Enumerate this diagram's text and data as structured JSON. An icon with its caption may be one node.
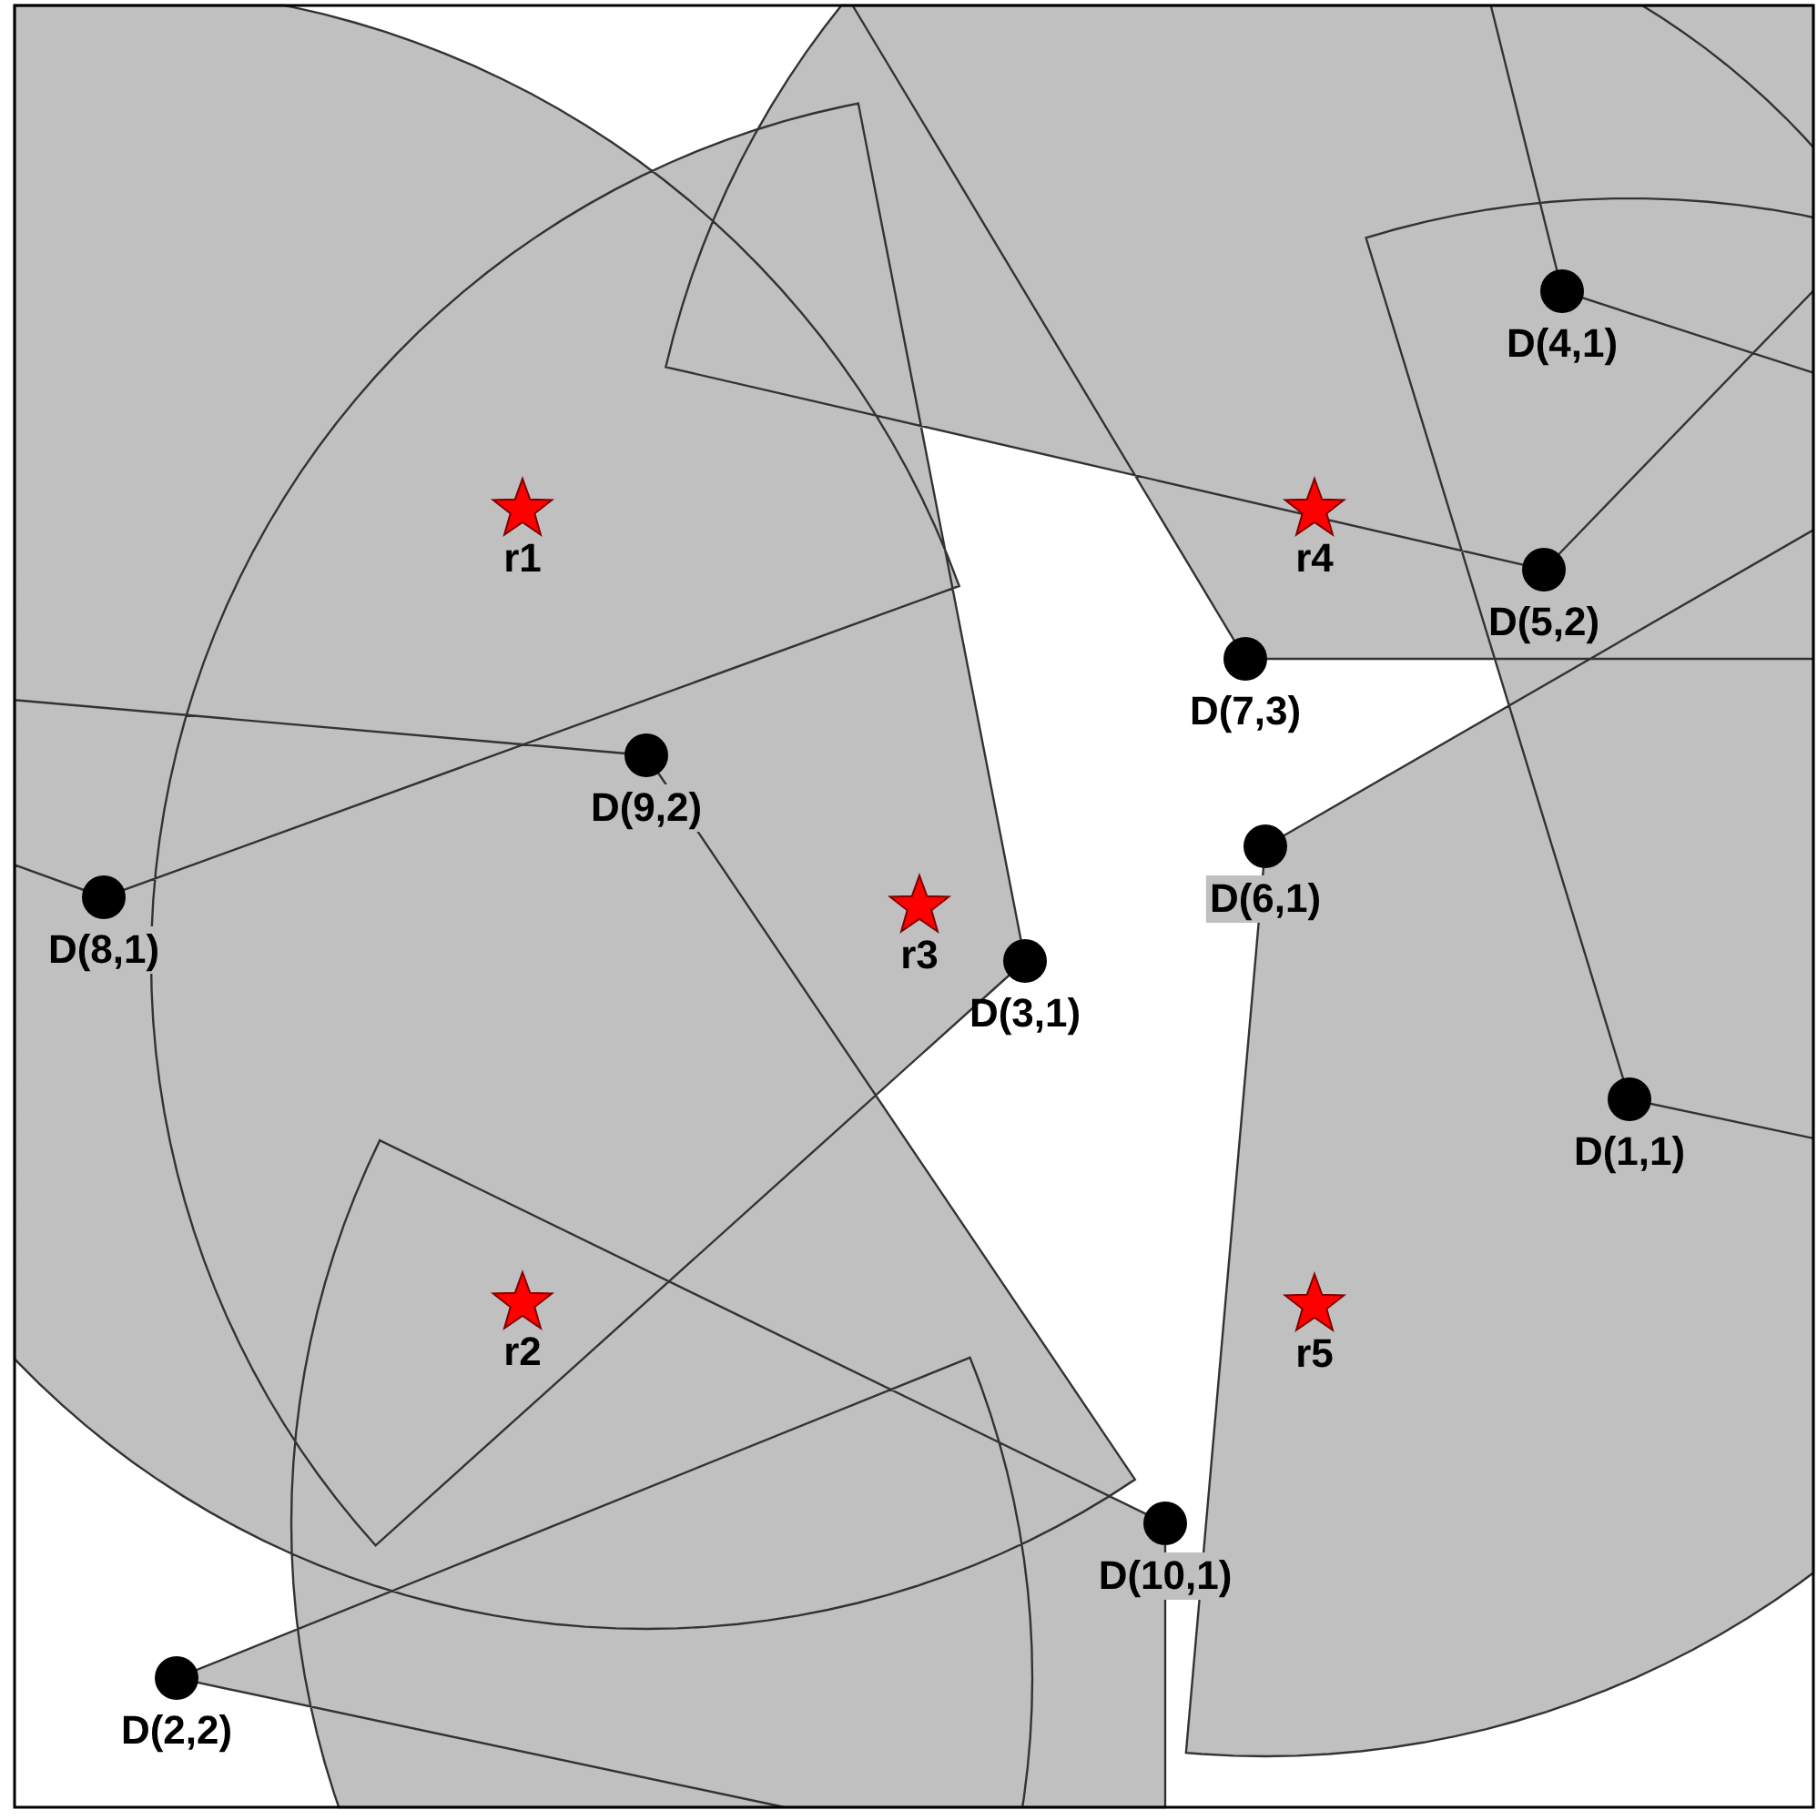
{
  "diagram": {
    "nodes": [
      {
        "text": [
          "D(4,1)"
        ]
      },
      {
        "text": [
          "r1"
        ]
      },
      {
        "text": [
          "r4"
        ]
      },
      {
        "text": [
          "D(5,2)"
        ]
      },
      {
        "text": [
          "D(7,3)"
        ]
      },
      {
        "text": [
          "D(9,2)"
        ]
      },
      {
        "text": [
          "D(6,1)"
        ]
      },
      {
        "text": [
          "D(8,1)"
        ]
      },
      {
        "text": [
          "r3"
        ]
      },
      {
        "text": [
          "D(3,1)"
        ]
      },
      {
        "text": [
          "D(1,1)"
        ]
      },
      {
        "text": [
          "r2"
        ]
      },
      {
        "text": [
          "r5"
        ]
      },
      {
        "text": [
          "D(10,1)"
        ]
      },
      {
        "text": [
          "D(2,2)"
        ]
      }
    ]
  }
}
